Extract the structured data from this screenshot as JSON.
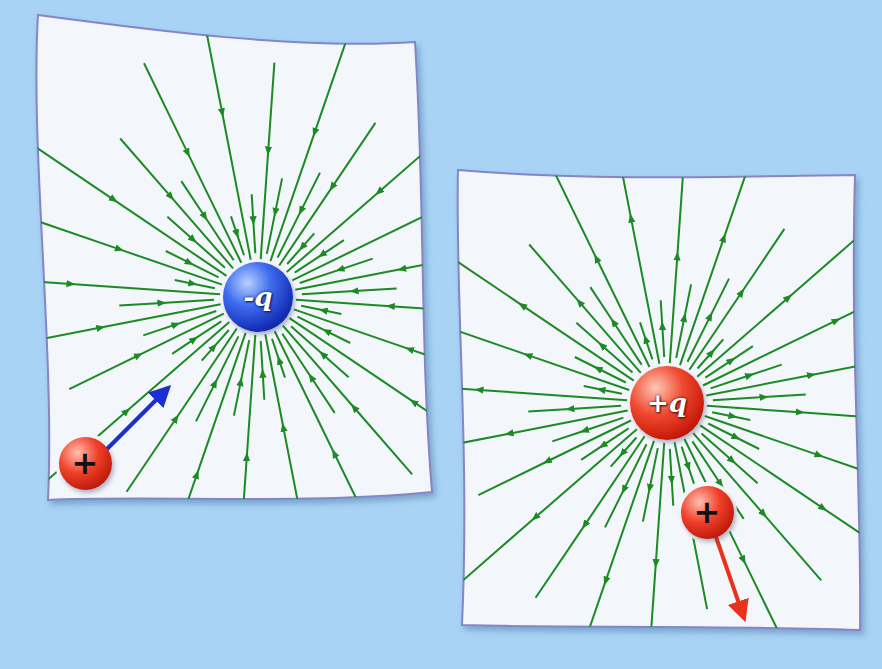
{
  "diagram": {
    "nodes": [
      {
        "text": [
          "-q"
        ]
      },
      {
        "text": [
          "+"
        ]
      },
      {
        "text": [
          "+q"
        ]
      },
      {
        "text": [
          "+"
        ]
      }
    ]
  }
}
